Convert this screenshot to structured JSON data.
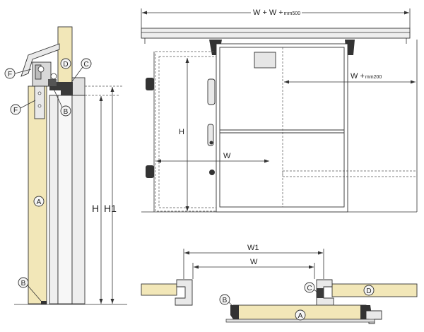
{
  "colors": {
    "foam": "#f2e7b8",
    "frame": "#e9e9e9",
    "seal": "#3a3a3a",
    "line": "#333333",
    "dot": "#f5f5f5"
  },
  "icons": [
    "roller-bracket-icon",
    "handle-icon",
    "hinge-block-icon",
    "seal-profile-icon"
  ],
  "callouts": {
    "a": "A",
    "b": "B",
    "c": "C",
    "d": "D",
    "f": "F"
  },
  "dimensions": {
    "h": "H",
    "h1": "H1",
    "w": "W",
    "w1": "W1",
    "top_wide_prefix": "W + W +",
    "top_wide_unit": "mm500",
    "right_prefix": "W +",
    "right_unit": "mm200"
  }
}
